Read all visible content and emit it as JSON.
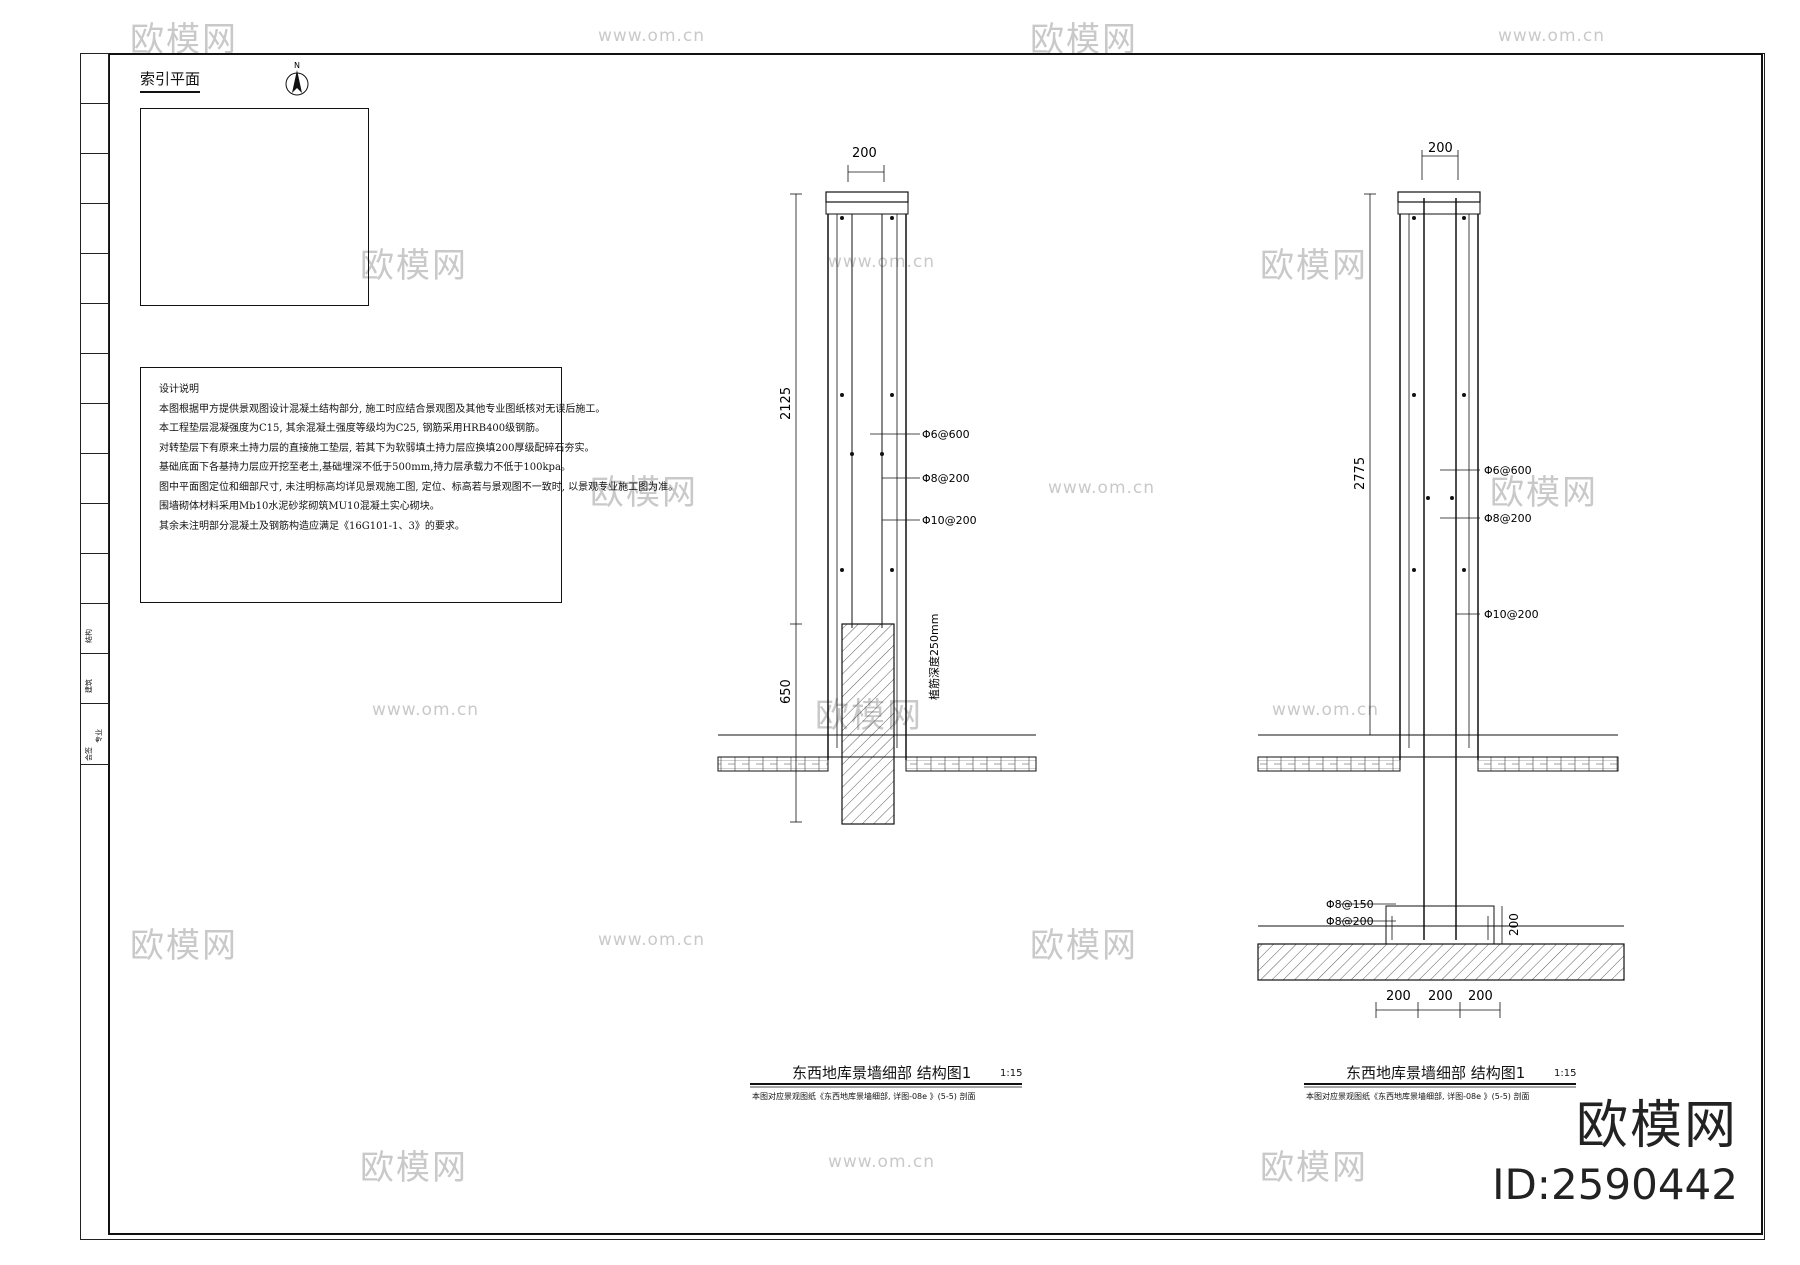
{
  "index_plan": {
    "title": "索引平面",
    "north_label": "N"
  },
  "notes": {
    "heading": "设计说明",
    "lines": [
      "本图根据甲方提供景观图设计混凝土结构部分, 施工时应结合景观图及其他专业图纸核对无误后施工。",
      "本工程垫层混凝强度为C15, 其余混凝土强度等级均为C25, 钢筋采用HRB400级钢筋。",
      "对转垫层下有原来土持力层的直接施工垫层, 若其下为软弱填土持力层应换填200厚级配碎石夯实。",
      "基础底面下各基持力层应开挖至老土,基础埋深不低于500mm,持力层承载力不低于100kpa。",
      "图中平面图定位和细部尺寸, 未注明标高均详见景观施工图, 定位、标高若与景观图不一致时, 以景观专业施工图为准。",
      "围墙砌体材料采用Mb10水泥砂浆砌筑MU10混凝土实心砌块。",
      "其余未注明部分混凝土及钢筋构造应满足《16G101-1、3》的要求。"
    ]
  },
  "title_strip": {
    "labels": [
      "会签",
      "专业",
      "建筑",
      "结构"
    ]
  },
  "detail_left": {
    "dim_top": "200",
    "dim_upper": "2125",
    "dim_lower": "650",
    "rebar_1": "Φ6@600",
    "rebar_2": "Φ8@200",
    "rebar_3": "Φ10@200",
    "note_vertical": "植筋深度250mm",
    "caption_title": "东西地库景墙细部  结构图1",
    "caption_scale": "1:15",
    "caption_sub": "本图对应景观图纸《东西地库景墙细部, 详图-08e 》(5-5) 剖面"
  },
  "detail_right": {
    "dim_top": "200",
    "dim_upper": "2775",
    "rebar_1": "Φ6@600",
    "rebar_2": "Φ8@200",
    "rebar_3": "Φ10@200",
    "rebar_base_1": "Φ8@150",
    "rebar_base_2": "Φ8@200",
    "dim_base_h": "200",
    "dim_bottom": [
      "200",
      "200",
      "200"
    ],
    "caption_title": "东西地库景墙细部  结构图1",
    "caption_scale": "1:15",
    "caption_sub": "本图对应景观图纸《东西地库景墙细部, 详图-08e 》(5-5) 剖面"
  },
  "watermark": {
    "brand": "欧模网",
    "url": "www.om.cn"
  },
  "brand": {
    "name": "欧模网",
    "id": "ID:2590442"
  }
}
